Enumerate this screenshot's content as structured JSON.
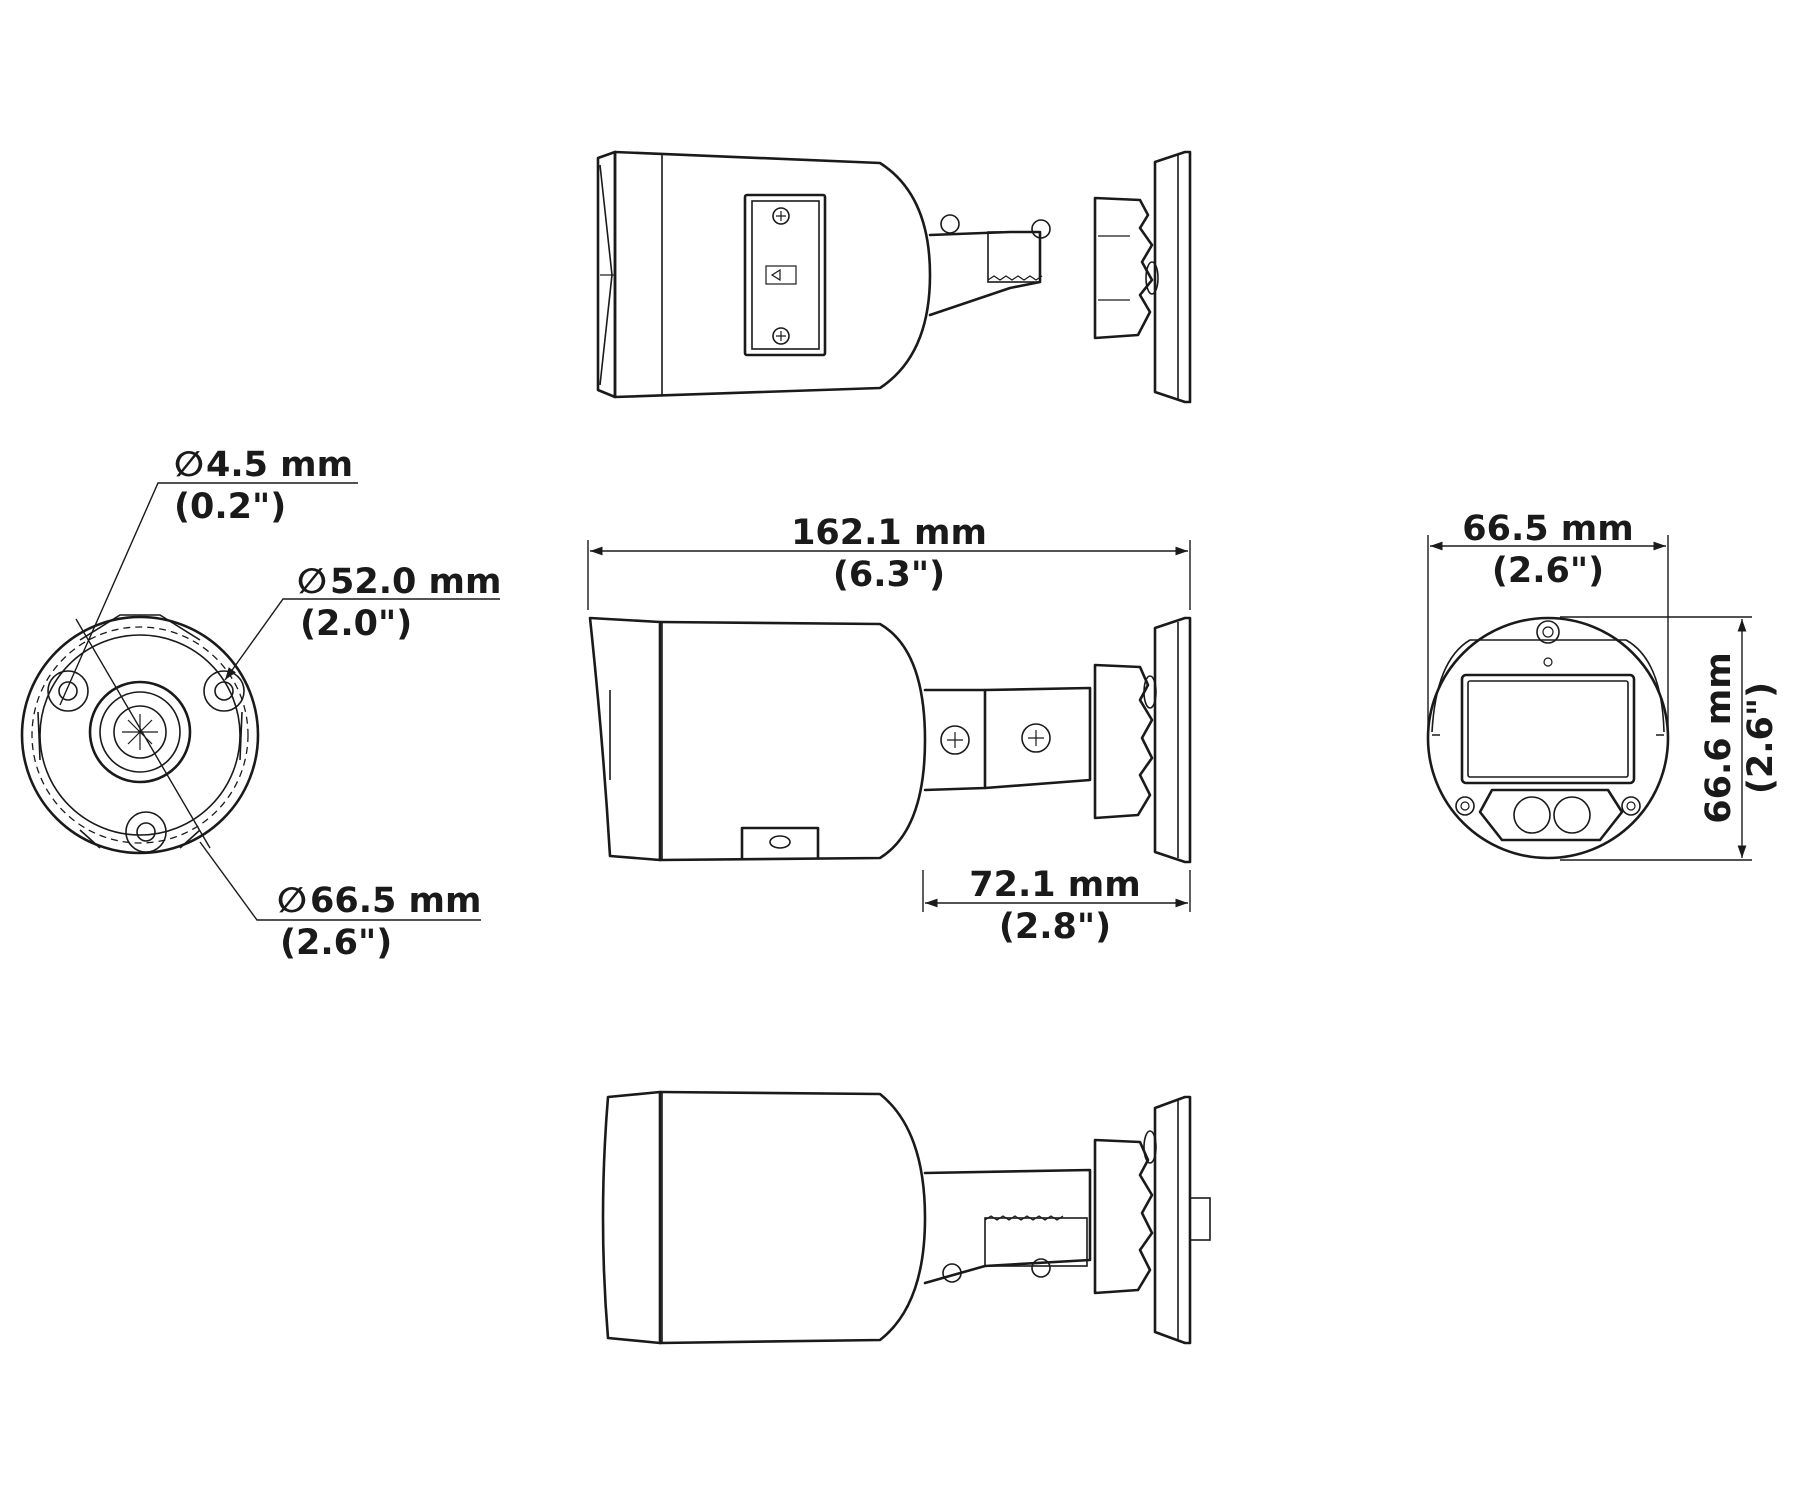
{
  "dimensions": {
    "hole_dia": {
      "symbol": "∅",
      "mm": "4.5 mm",
      "inch": "(0.2\")"
    },
    "bolt_circle": {
      "symbol": "∅",
      "mm": "52.0 mm",
      "inch": "(2.0\")"
    },
    "base_dia": {
      "symbol": "∅",
      "mm": "66.5 mm",
      "inch": "(2.6\")"
    },
    "overall_length": {
      "mm": "162.1 mm",
      "inch": "(6.3\")"
    },
    "mount_depth": {
      "mm": "72.1 mm",
      "inch": "(2.8\")"
    },
    "front_width": {
      "mm": "66.5 mm",
      "inch": "(2.6\")"
    },
    "front_height": {
      "mm": "66.6 mm",
      "inch": "(2.6\")"
    }
  }
}
